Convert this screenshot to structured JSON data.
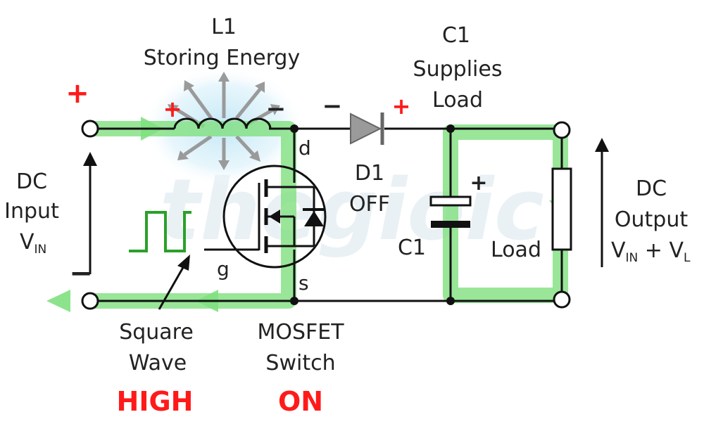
{
  "labels": {
    "l1_name": "L1",
    "l1_desc": "Storing Energy",
    "c1_top_name": "C1",
    "c1_top_desc1": "Supplies",
    "c1_top_desc2": "Load",
    "dc_input1": "DC",
    "dc_input2": "Input",
    "vin_in": "V",
    "vin_in_sub": "IN",
    "dc_output1": "DC",
    "dc_output2": "Output",
    "vout_v": "V",
    "vout_in_sub": "IN",
    "vout_plus": " + V",
    "vout_l_sub": "L",
    "d1_name": "D1",
    "d1_state": "OFF",
    "c1_name": "C1",
    "load": "Load",
    "gate": "g",
    "drain": "d",
    "source": "s",
    "square1": "Square",
    "square2": "Wave",
    "high": "HIGH",
    "mosfet1": "MOSFET",
    "mosfet2": "Switch",
    "on": "ON",
    "watermark": "thegioic"
  },
  "signs": {
    "input_plus": "+",
    "input_minus": "−",
    "l1_plus": "+",
    "l1_minus": "−",
    "d1_minus": "−",
    "d1_plus": "+",
    "c1_plus": "+"
  },
  "colors": {
    "current_flow": "#7fe07f",
    "state_text": "#ff1a1a",
    "wire": "#111111",
    "field_glow": "#bfe6f5"
  }
}
